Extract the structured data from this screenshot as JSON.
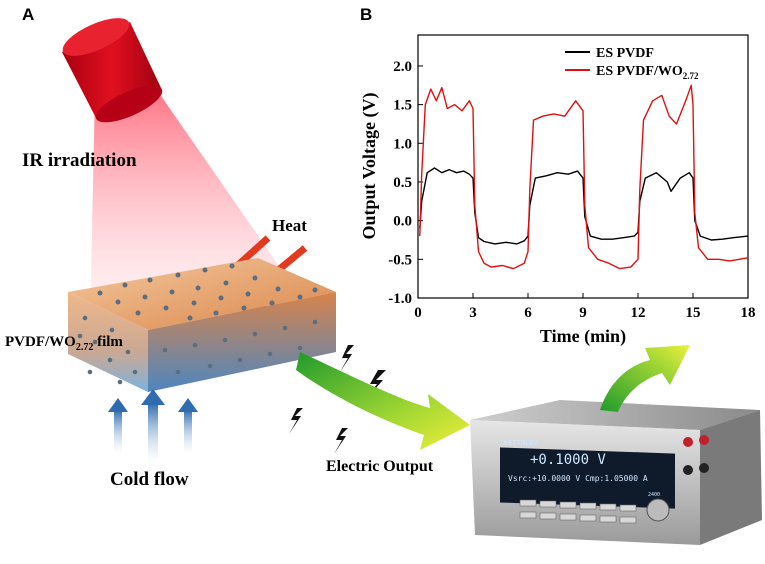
{
  "panel_a": {
    "label": "A",
    "ir_label": "IR irradiation",
    "heat_label": "Heat",
    "film_label_main": "PVDF/WO",
    "film_label_sub": "2.72",
    "film_label_tail": " film",
    "cold_label": "Cold flow",
    "output_label": "Electric Output"
  },
  "meter": {
    "brand": "KEITHLEY",
    "reading": "+0.1000 V",
    "status": "Vsrc:+10.0000 V  Cmp:1.05000 A",
    "model": "2400"
  },
  "panel_b": {
    "label": "B"
  },
  "chart_data": {
    "type": "line",
    "title": "",
    "xlabel": "Time (min)",
    "ylabel": "Output Voltage (V)",
    "xlim": [
      0,
      18
    ],
    "ylim": [
      -1.0,
      2.4
    ],
    "xticks": [
      0,
      3,
      6,
      9,
      12,
      15,
      18
    ],
    "yticks": [
      -1.0,
      -0.5,
      0.0,
      0.5,
      1.0,
      1.5,
      2.0
    ],
    "legend_position": "top-right",
    "series": [
      {
        "name": "ES PVDF",
        "color": "#000000",
        "x": [
          0.1,
          0.2,
          0.5,
          0.9,
          1.3,
          1.7,
          2.1,
          2.5,
          2.8,
          3.0,
          3.1,
          3.3,
          3.6,
          4.2,
          4.8,
          5.4,
          5.8,
          6.0,
          6.1,
          6.4,
          7.0,
          7.6,
          8.2,
          8.7,
          9.0,
          9.1,
          9.4,
          10.0,
          10.6,
          11.2,
          11.8,
          12.0,
          12.1,
          12.4,
          13.0,
          13.6,
          13.8,
          14.3,
          14.8,
          15.0,
          15.1,
          15.4,
          16.0,
          16.6,
          17.2,
          18.0
        ],
        "y": [
          -0.1,
          0.25,
          0.62,
          0.68,
          0.62,
          0.66,
          0.62,
          0.64,
          0.6,
          0.55,
          0.1,
          -0.22,
          -0.27,
          -0.3,
          -0.28,
          -0.3,
          -0.26,
          -0.2,
          0.2,
          0.55,
          0.58,
          0.62,
          0.6,
          0.64,
          0.55,
          0.05,
          -0.2,
          -0.24,
          -0.24,
          -0.22,
          -0.2,
          -0.15,
          0.25,
          0.55,
          0.62,
          0.5,
          0.38,
          0.55,
          0.62,
          0.55,
          0.0,
          -0.2,
          -0.25,
          -0.24,
          -0.22,
          -0.2
        ]
      },
      {
        "name": "ES PVDF/WO2.72",
        "color": "#e01010",
        "x": [
          0.1,
          0.2,
          0.4,
          0.7,
          1.0,
          1.3,
          1.6,
          2.0,
          2.4,
          2.8,
          3.0,
          3.1,
          3.3,
          3.6,
          4.0,
          4.6,
          5.2,
          5.8,
          6.0,
          6.1,
          6.3,
          6.8,
          7.4,
          8.0,
          8.6,
          9.0,
          9.1,
          9.3,
          9.8,
          10.4,
          11.0,
          11.6,
          12.0,
          12.1,
          12.3,
          12.8,
          13.3,
          13.7,
          14.1,
          14.6,
          14.9,
          15.0,
          15.1,
          15.3,
          15.8,
          16.4,
          17.0,
          18.0
        ],
        "y": [
          -0.2,
          0.6,
          1.5,
          1.7,
          1.55,
          1.72,
          1.45,
          1.5,
          1.42,
          1.55,
          1.45,
          0.2,
          -0.4,
          -0.55,
          -0.6,
          -0.58,
          -0.62,
          -0.55,
          -0.4,
          0.4,
          1.3,
          1.35,
          1.38,
          1.35,
          1.55,
          1.42,
          0.2,
          -0.35,
          -0.5,
          -0.55,
          -0.62,
          -0.6,
          -0.5,
          0.4,
          1.3,
          1.55,
          1.62,
          1.35,
          1.25,
          1.55,
          1.75,
          1.5,
          0.1,
          -0.35,
          -0.5,
          -0.5,
          -0.52,
          -0.48
        ]
      }
    ]
  }
}
